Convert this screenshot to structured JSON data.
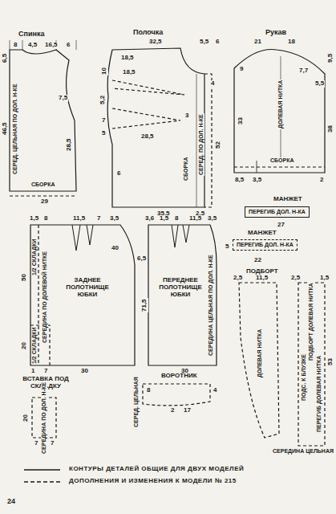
{
  "diagram": {
    "nodes": [
      {
        "text": [
          "ПЕРЕГИБ ДОЛ. Н-КА"
        ]
      },
      {
        "text": [
          "ПЕРЕГИБ ДОЛ. Н-КА"
        ]
      }
    ],
    "labels": [
      "Спинка",
      "8",
      "4,5",
      "16,5",
      "6",
      "6,5",
      "46,5",
      "СЕРЕД. ЦЕЛЬНАЯ ПО ДОЛ. Н-КЕ",
      "7,5",
      "28,5",
      "СБОРКА",
      "29",
      "Полочка",
      "32,5",
      "5,5",
      "6",
      "18,5",
      "18,5",
      "10",
      "5,2",
      "7",
      "5",
      "28,5",
      "3",
      "6",
      "СЕРЕД. ПО ДОЛ. Н-КЕ",
      "52",
      "35,5",
      "2,5",
      "СБОРКА",
      "4",
      "Рукав",
      "21",
      "18",
      "9",
      "7,7",
      "9,5",
      "5,5",
      "ДОЛЕВАЯ НИТКА",
      "33",
      "38",
      "СБОРКА",
      "8,5",
      "3,5",
      "2",
      "МАНЖЕТ",
      "27",
      "1,5",
      "8",
      "11,5",
      "7",
      "3,5",
      "40",
      "6,5",
      "50",
      "1/2 СКЛАДКИ",
      "СЕРЕДИНА ПО ДОЛЕВОЙ НИТКЕ",
      "ЗАДНЕЕ ПОЛОТНИЩЕ ЮБКИ",
      "20",
      "1/2 СКЛАДКИ",
      "1",
      "7",
      "30",
      "ВСТАВКА ПОД СКЛАДКУ",
      "20",
      "СЕРЕДИНА ПО ДОЛ. Н-КЕ",
      "7",
      "7",
      "3,6",
      "1,5",
      "8",
      "11,5",
      "3,5",
      "71,5",
      "ПЕРЕДНЕЕ ПОЛОТНИЩЕ ЮБКИ",
      "СЕРЕДИНА ЦЕЛЬНАЯ ПО ДОЛ. Н-КЕ",
      "30",
      "МАНЖЕТ",
      "5",
      "22",
      "ПОДБОРТ",
      "2,5",
      "11,5",
      "2,5",
      "1,5",
      "ДОЛЕВАЯ НИТКА",
      "ПОДБОРТ ДОЛЕВАЯ НИТКА",
      "ПОДС. К БЛУЗКЕ",
      "ПЕРЕГИБ ДОЛЕВАЯ НИТКА",
      "53",
      "СЕРЕДИНА ЦЕЛЬНАЯ",
      "ВОРОТНИК",
      "СЕРЕД. ЦЕЛЬНАЯ",
      "8",
      "4",
      "2",
      "17",
      "24"
    ],
    "legend": [
      {
        "text": "КОНТУРЫ ДЕТАЛЕЙ ОБЩИЕ ДЛЯ ДВУХ МОДЕЛЕЙ"
      },
      {
        "text": "ДОПОЛНЕНИЯ И ИЗМЕНЕНИЯ К МОДЕЛИ № 215"
      }
    ]
  }
}
